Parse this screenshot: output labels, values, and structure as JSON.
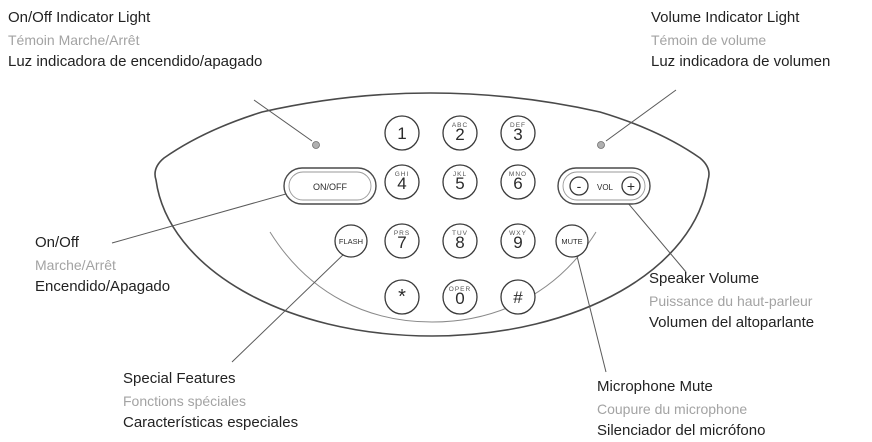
{
  "callouts": {
    "onoff_light": {
      "en": "On/Off Indicator Light",
      "fr": "Témoin Marche/Arrêt",
      "es": "Luz indicadora de encendido/apagado"
    },
    "volume_light": {
      "en": "Volume Indicator Light",
      "fr": "Témoin de volume",
      "es": "Luz indicadora de volumen"
    },
    "onoff": {
      "en": "On/Off",
      "fr": "Marche/Arrêt",
      "es": "Encendido/Apagado"
    },
    "speaker_volume": {
      "en": "Speaker Volume",
      "fr": "Puissance du haut-parleur",
      "es": "Volumen del altoparlante"
    },
    "special_features": {
      "en": "Special Features",
      "fr": "Fonctions spéciales",
      "es": "Características especiales"
    },
    "microphone_mute": {
      "en": "Microphone Mute",
      "fr": "Coupure du microphone",
      "es": "Silenciador del micrófono"
    }
  },
  "buttons": {
    "onoff_label": "ON/OFF",
    "flash_label": "FLASH",
    "mute_label": "MUTE",
    "vol_label": "VOL",
    "vol_minus": "-",
    "vol_plus": "+"
  },
  "keypad": [
    {
      "digit": "1",
      "letters": ""
    },
    {
      "digit": "2",
      "letters": "ABC"
    },
    {
      "digit": "3",
      "letters": "DEF"
    },
    {
      "digit": "4",
      "letters": "GHI"
    },
    {
      "digit": "5",
      "letters": "JKL"
    },
    {
      "digit": "6",
      "letters": "MNO"
    },
    {
      "digit": "7",
      "letters": "PRS"
    },
    {
      "digit": "8",
      "letters": "TUV"
    },
    {
      "digit": "9",
      "letters": "WXY"
    },
    {
      "digit": "*",
      "letters": ""
    },
    {
      "digit": "0",
      "letters": "OPER"
    },
    {
      "digit": "#",
      "letters": ""
    }
  ]
}
